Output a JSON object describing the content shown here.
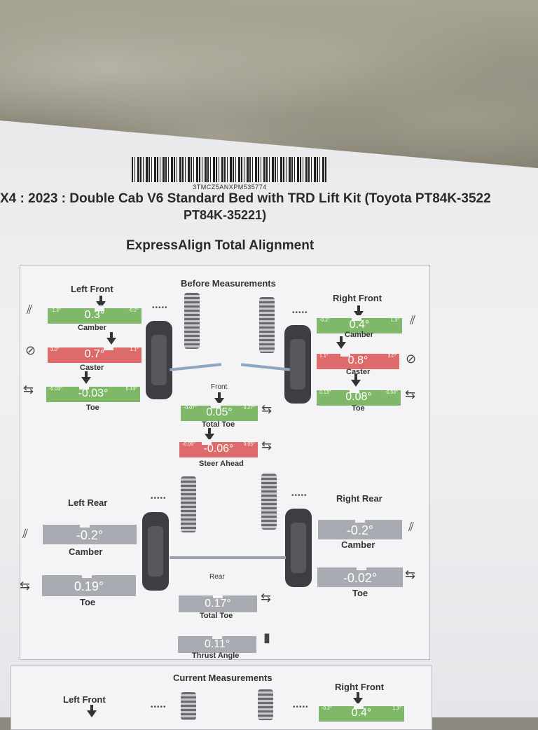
{
  "barcode": "3TMCZ5ANXPM535774",
  "title": {
    "line1": "X4 : 2023 : Double Cab V6 Standard Bed with TRD Lift Kit (Toyota PT84K-3522",
    "line2": "PT84K-35221)",
    "line3": "ExpressAlign Total Alignment"
  },
  "before": {
    "title": "Before Measurements",
    "left_front": {
      "label": "Left Front",
      "camber": {
        "min": "-1.3°",
        "max": "-0.2°",
        "value": "0.3°",
        "label": "Camber",
        "status": "green"
      },
      "caster": {
        "min": "3.0°",
        "max": "1.1°",
        "value": "0.7°",
        "label": "Caster",
        "status": "red"
      },
      "toe": {
        "min": "-0.03°",
        "max": "0.13°",
        "value": "-0.03°",
        "label": "Toe",
        "status": "green"
      }
    },
    "right_front": {
      "label": "Right Front",
      "camber": {
        "min": "-0.2°",
        "max": "1.3°",
        "value": "0.4°",
        "label": "Camber",
        "status": "green"
      },
      "caster": {
        "min": "1.1°",
        "max": "3.0°",
        "value": "0.8°",
        "label": "Caster",
        "status": "red"
      },
      "toe": {
        "min": "0.13°",
        "max": "-0.03°",
        "value": "0.08°",
        "label": "Toe",
        "status": "green"
      }
    },
    "front": {
      "label": "Front",
      "total_toe": {
        "min": "-0.07°",
        "max": "0.27°",
        "value": "0.05°",
        "label": "Total Toe",
        "status": "green"
      },
      "steer_ahead": {
        "min": "-0.05°",
        "max": "0.05°",
        "value": "-0.06°",
        "label": "Steer Ahead",
        "status": "red"
      }
    },
    "left_rear": {
      "label": "Left Rear",
      "camber": {
        "value": "-0.2°",
        "label": "Camber",
        "status": "gray"
      },
      "toe": {
        "value": "0.19°",
        "label": "Toe",
        "status": "gray"
      }
    },
    "right_rear": {
      "label": "Right Rear",
      "camber": {
        "value": "-0.2°",
        "label": "Camber",
        "status": "gray"
      },
      "toe": {
        "value": "-0.02°",
        "label": "Toe",
        "status": "gray"
      }
    },
    "rear": {
      "label": "Rear",
      "total_toe": {
        "value": "0.17°",
        "label": "Total Toe",
        "status": "gray"
      },
      "thrust_angle": {
        "value": "0.11°",
        "label": "Thrust Angle",
        "status": "gray"
      }
    }
  },
  "current": {
    "title": "Current Measurements",
    "left_front": {
      "label": "Left Front"
    },
    "right_front": {
      "label": "Right Front",
      "camber": {
        "min": "-0.2°",
        "max": "1.3°",
        "value": "0.4°"
      }
    }
  },
  "dots": "•••••"
}
